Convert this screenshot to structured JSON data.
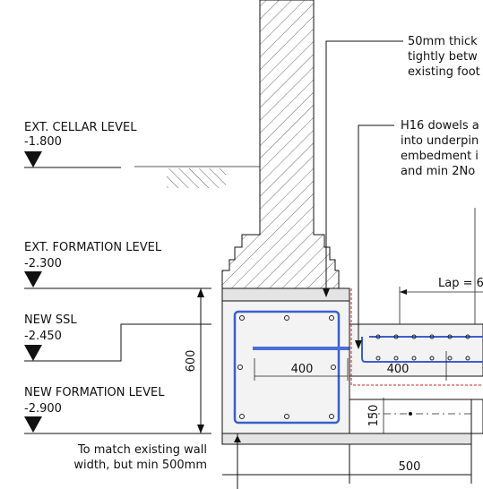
{
  "labels": {
    "ext_cellar_level": "EXT. CELLAR LEVEL",
    "ext_cellar_value": "-1.800",
    "ext_formation_level": "EXT. FORMATION LEVEL",
    "ext_formation_value": "-2.300",
    "new_ssl": "NEW SSL",
    "new_ssl_value": "-2.450",
    "new_formation_level": "NEW FORMATION LEVEL",
    "new_formation_value": "-2.900",
    "match_note_line1": "To match existing wall",
    "match_note_line2": "width, but min 500mm"
  },
  "notes": {
    "note1_lines": [
      "50mm thick",
      "tightly betw",
      "existing foot"
    ],
    "note2_lines": [
      "H16 dowels a",
      "into underpin",
      "embedment i",
      "and min 2No"
    ],
    "lap_label": "Lap = 6"
  },
  "dimensions": {
    "height_600": "600",
    "width_400_left": "400",
    "width_400_right": "400",
    "depth_150": "150",
    "width_500": "500"
  },
  "colors": {
    "line": "#111111",
    "concrete_fill": "#e4e4e4",
    "rebar": "#3a5fcd",
    "dowel_blue": "#4a6fd8",
    "dpm_red": "#cc2222"
  }
}
